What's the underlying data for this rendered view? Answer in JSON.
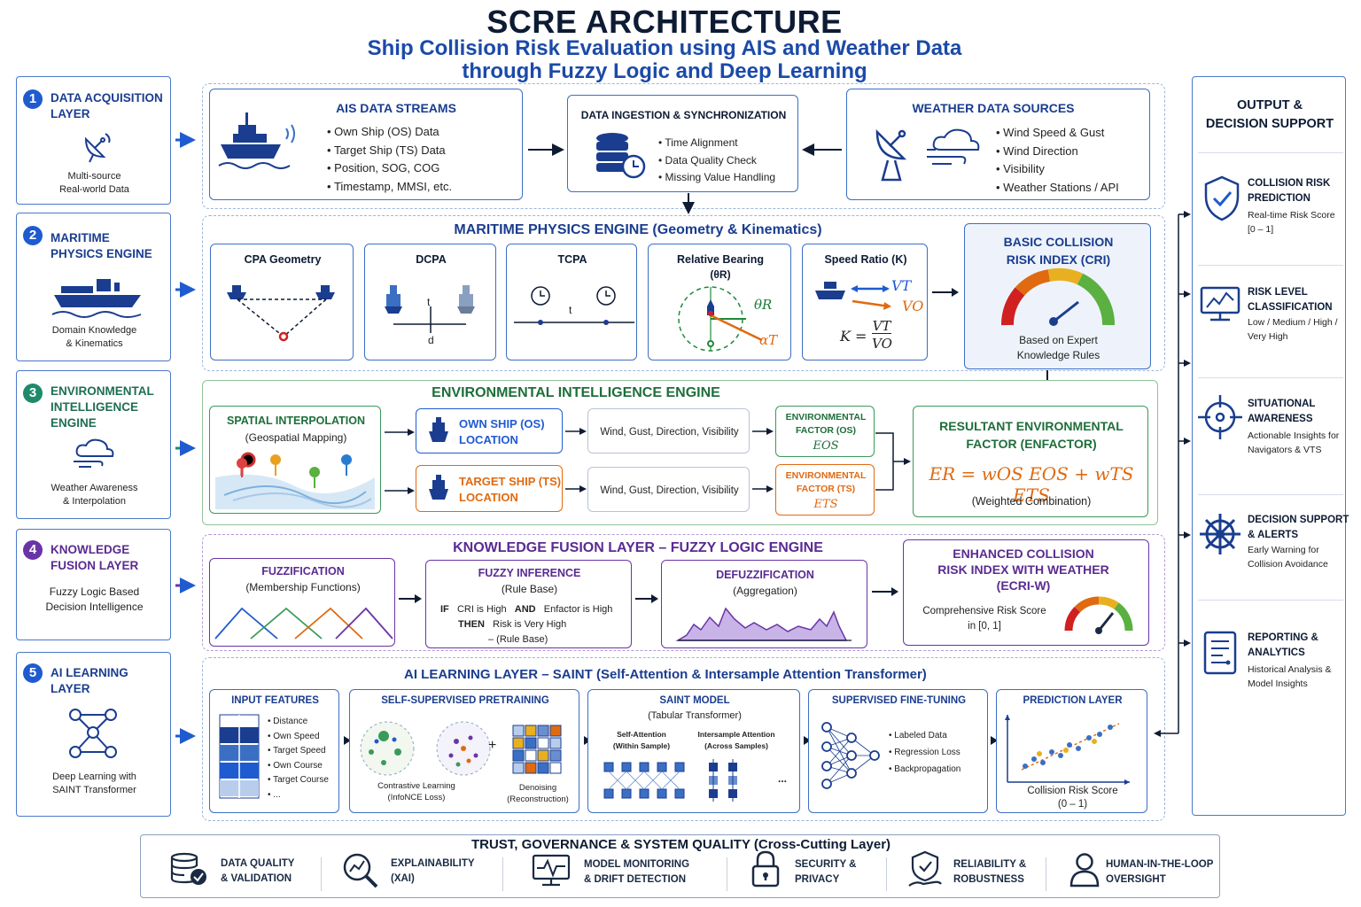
{
  "header": {
    "title": "SCRE ARCHITECTURE",
    "subtitle_line1": "Ship Collision Risk Evaluation using AIS and Weather Data",
    "subtitle_line2": "through Fuzzy Logic and Deep Learning"
  },
  "layers": [
    {
      "num": "1",
      "title_l1": "DATA ACQUISITION",
      "title_l2": "LAYER",
      "sub_l1": "Multi-source",
      "sub_l2": "Real-world Data",
      "icon": "satellite-dish-icon",
      "color": "#1f5bd0"
    },
    {
      "num": "2",
      "title_l1": "MARITIME",
      "title_l2": "PHYSICS ENGINE",
      "sub_l1": "Domain Knowledge",
      "sub_l2": "& Kinematics",
      "icon": "cargo-ship-icon",
      "color": "#1f5bd0"
    },
    {
      "num": "3",
      "title_l1": "ENVIRONMENTAL",
      "title_l2": "INTELLIGENCE",
      "title_l3": "ENGINE",
      "sub_l1": "Weather Awareness",
      "sub_l2": "& Interpolation",
      "icon": "cloud-wind-icon",
      "color": "#1e8a6a"
    },
    {
      "num": "4",
      "title_l1": "KNOWLEDGE",
      "title_l2": "FUSION LAYER",
      "sub_l1": "Fuzzy Logic Based",
      "sub_l2": "Decision Intelligence",
      "color": "#6a34a6"
    },
    {
      "num": "5",
      "title_l1": "AI LEARNING",
      "title_l2": "LAYER",
      "sub_l1": "Deep Learning with",
      "sub_l2": "SAINT Transformer",
      "icon": "neural-network-icon",
      "color": "#1f5bd0"
    }
  ],
  "acquisition": {
    "ais": {
      "title": "AIS DATA STREAMS",
      "items": [
        "Own Ship (OS) Data",
        "Target Ship (TS) Data",
        "Position, SOG, COG",
        "Timestamp, MMSI, etc."
      ]
    },
    "ingest": {
      "title": "DATA INGESTION & SYNCHRONIZATION",
      "items": [
        "Time Alignment",
        "Data Quality Check",
        "Missing Value Handling"
      ]
    },
    "weather": {
      "title": "WEATHER DATA SOURCES",
      "items": [
        "Wind Speed & Gust",
        "Wind Direction",
        "Visibility",
        "Weather Stations / API"
      ]
    }
  },
  "physics": {
    "title": "MARITIME PHYSICS ENGINE (Geometry & Kinematics)",
    "cpa": "CPA Geometry",
    "dcpa": "DCPA",
    "dcpa_t": "t",
    "dcpa_d": "d",
    "tcpa": "TCPA",
    "tcpa_t": "t",
    "rb": "Relative Bearing",
    "rb_sym": "(θR)",
    "rb_theta": "θR",
    "rb_alpha": "αT",
    "sr": "Speed Ratio (K)",
    "sr_vt": "VT",
    "sr_vo": "VO",
    "sr_k": "K =",
    "sr_num": "VT",
    "sr_den": "VO",
    "cri_l1": "BASIC COLLISION",
    "cri_l2": "RISK INDEX (CRI)",
    "cri_sub_l1": "Based on Expert",
    "cri_sub_l2": "Knowledge Rules"
  },
  "environment": {
    "title": "ENVIRONMENTAL INTELLIGENCE ENGINE",
    "spatial_l1": "SPATIAL INTERPOLATION",
    "spatial_l2": "(Geospatial Mapping)",
    "os_l1": "OWN SHIP (OS)",
    "os_l2": "LOCATION",
    "ts_l1": "TARGET SHIP (TS)",
    "ts_l2": "LOCATION",
    "wind": "Wind, Gust, Direction, Visibility",
    "efos_l1": "ENVIRONMENTAL",
    "efos_l2": "FACTOR (OS)",
    "efos_sym": "EOS",
    "efts_l1": "ENVIRONMENTAL",
    "efts_l2": "FACTOR (TS)",
    "efts_sym": "ETS",
    "res_l1": "RESULTANT ENVIRONMENTAL",
    "res_l2": "FACTOR (ENFACTOR)",
    "res_eq": "ER = wOS EOS + wTS ETS",
    "res_sub": "(Weighted Combination)"
  },
  "fuzzy": {
    "title": "KNOWLEDGE FUSION LAYER – FUZZY LOGIC ENGINE",
    "fz_l1": "FUZZIFICATION",
    "fz_l2": "(Membership Functions)",
    "fi_l1": "FUZZY INFERENCE",
    "fi_l2": "(Rule Base)",
    "rule_if": "IF",
    "rule_c1": "CRI is High",
    "rule_and": "AND",
    "rule_c2": "Enfactor is High",
    "rule_then": "THEN",
    "rule_c3": "Risk is Very High",
    "rule_base": "– (Rule Base)",
    "df_l1": "DEFUZZIFICATION",
    "df_l2": "(Aggregation)",
    "ecri_l1": "ENHANCED COLLISION",
    "ecri_l2": "RISK INDEX WITH WEATHER",
    "ecri_l3": "(ECRI-W)",
    "ecri_sub_l1": "Comprehensive Risk Score",
    "ecri_sub_l2": "in [0, 1]"
  },
  "ai": {
    "title": "AI LEARNING LAYER – SAINT (Self-Attention & Intersample Attention Transformer)",
    "inputs_title": "INPUT FEATURES",
    "inputs": [
      "Distance",
      "Own Speed",
      "Target Speed",
      "Own Course",
      "Target Course",
      "..."
    ],
    "pre_title": "SELF-SUPERVISED PRETRAINING",
    "pre_c1": "Contrastive Learning",
    "pre_c2": "(InfoNCE Loss)",
    "pre_d1": "Denoising",
    "pre_d2": "(Reconstruction)",
    "plus": "+",
    "saint_l1": "SAINT MODEL",
    "saint_l2": "(Tabular Transformer)",
    "sa_l1": "Self-Attention",
    "sa_l2": "(Within Sample)",
    "ia_l1": "Intersample Attention",
    "ia_l2": "(Across Samples)",
    "dots": "...",
    "ft_title": "SUPERVISED FINE-TUNING",
    "ft_items": [
      "Labeled Data",
      "Regression Loss",
      "Backpropagation"
    ],
    "pred_title": "PREDICTION LAYER",
    "pred_l1": "Collision Risk Score",
    "pred_l2": "(0 – 1)"
  },
  "output": {
    "title_l1": "OUTPUT &",
    "title_l2": "DECISION SUPPORT",
    "items": [
      {
        "t1": "COLLISION RISK",
        "t2": "PREDICTION",
        "s1": "Real-time Risk Score",
        "s2": "[0 – 1]",
        "icon": "shield-check-icon"
      },
      {
        "t1": "RISK LEVEL",
        "t2": "CLASSIFICATION",
        "s1": "Low / Medium / High /",
        "s2": "Very High",
        "icon": "monitor-chart-icon"
      },
      {
        "t1": "SITUATIONAL",
        "t2": "AWARENESS",
        "s1": "Actionable Insights for",
        "s2": "Navigators & VTS",
        "icon": "crosshair-icon"
      },
      {
        "t1": "DECISION SUPPORT",
        "t2": "& ALERTS",
        "s1": "Early Warning for",
        "s2": "Collision Avoidance",
        "icon": "ship-wheel-icon"
      },
      {
        "t1": "REPORTING &",
        "t2": "ANALYTICS",
        "s1": "Historical Analysis &",
        "s2": "Model Insights",
        "icon": "report-icon"
      }
    ]
  },
  "trust": {
    "title": "TRUST, GOVERNANCE & SYSTEM QUALITY (Cross-Cutting Layer)",
    "items": [
      {
        "t1": "DATA QUALITY",
        "t2": "& VALIDATION",
        "icon": "database-check-icon"
      },
      {
        "t1": "EXPLAINABILITY",
        "t2": "(XAI)",
        "icon": "magnifier-chart-icon"
      },
      {
        "t1": "MODEL MONITORING",
        "t2": "& DRIFT DETECTION",
        "icon": "monitor-pulse-icon"
      },
      {
        "t1": "SECURITY &",
        "t2": "PRIVACY",
        "icon": "lock-icon"
      },
      {
        "t1": "RELIABILITY &",
        "t2": "ROBUSTNESS",
        "icon": "shield-hand-icon"
      },
      {
        "t1": "HUMAN-IN-THE-LOOP",
        "t2": "OVERSIGHT",
        "icon": "person-icon"
      }
    ]
  },
  "colors": {
    "blue": "#1a3d8f",
    "accent": "#1f5bd0",
    "green": "#1e7a3a",
    "orange": "#e06a10",
    "purple": "#5a2b91",
    "teal": "#1e8a6a"
  }
}
